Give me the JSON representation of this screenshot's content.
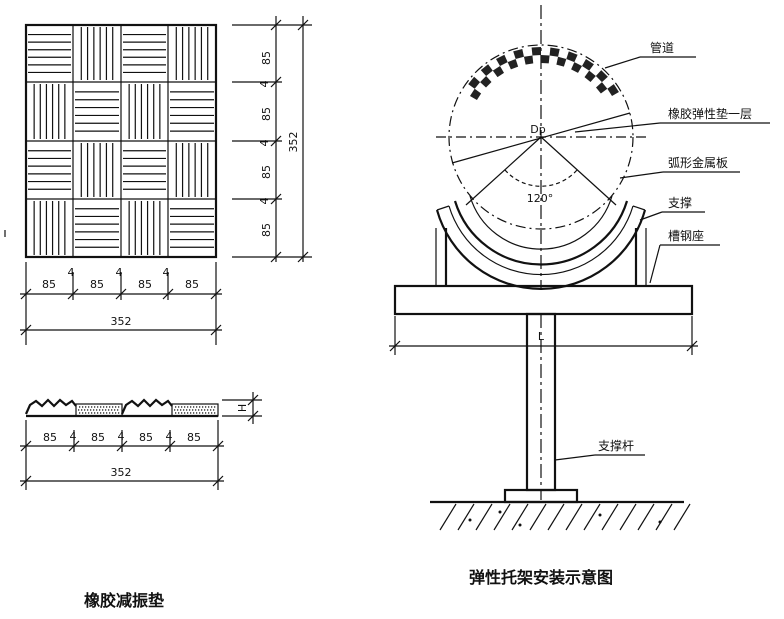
{
  "pad_view": {
    "dims": {
      "cell_a": "85",
      "gap": "4",
      "cell_b": "85",
      "cell_c": "85",
      "cell_d": "85",
      "total": "352"
    }
  },
  "section_view": {
    "thickness_label": "H",
    "total": "352"
  },
  "titles": {
    "left": "橡胶减振垫",
    "right": "弹性托架安装示意图"
  },
  "support": {
    "dp_label": "Dp",
    "angle_label": "120°",
    "span_label": "L",
    "callouts": {
      "pipe": "管道",
      "rubber": "橡胶弹性垫一层",
      "arc_plate": "弧形金属板",
      "brace": "支撑",
      "channel": "槽钢座",
      "rod": "支撑杆"
    }
  }
}
